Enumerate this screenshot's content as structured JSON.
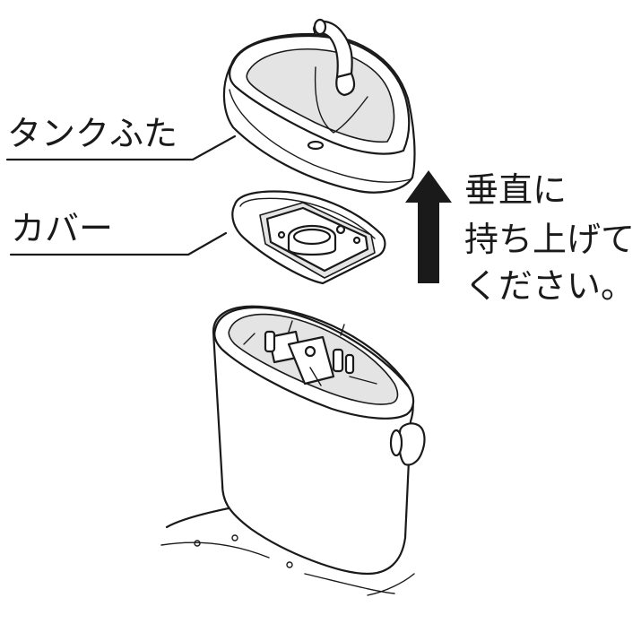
{
  "labels": {
    "tank_lid": "タンクふた",
    "cover": "カバー"
  },
  "instruction": {
    "line1": "垂直に",
    "line2": "持ち上げて",
    "line3": "ください。"
  },
  "icons": {
    "arrow": "up-arrow-icon"
  },
  "colors": {
    "line": "#1a1a1a",
    "background": "#ffffff",
    "arrow": "#1a1a1a"
  }
}
